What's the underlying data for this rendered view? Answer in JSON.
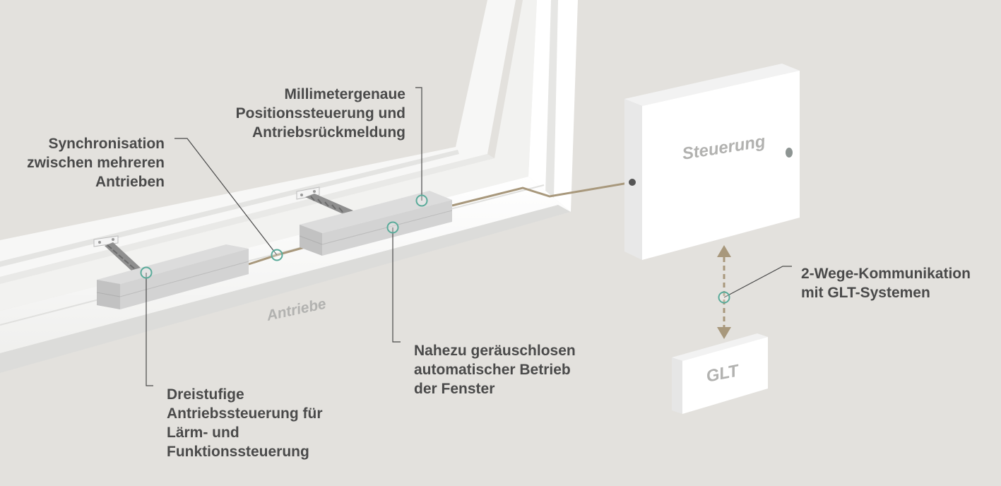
{
  "background_color": "#e3e1dd",
  "accent_color": "#5aab9a",
  "cable_color": "#a8987c",
  "components": {
    "control_unit": "Steuerung",
    "building_management": "GLT",
    "drives": "Antriebe"
  },
  "callouts": {
    "synchronisation": [
      "Synchronisation",
      "zwischen mehreren",
      "Antrieben"
    ],
    "positioning": [
      "Millimetergenaue",
      "Positionssteuerung und",
      "Antriebsrückmeldung"
    ],
    "three_stage": [
      "Dreistufige",
      "Antriebssteuerung für",
      "Lärm- und",
      "Funktionssteuerung"
    ],
    "quiet_operation": [
      "Nahezu geräuschlosen",
      "automatischer Betrieb",
      "der Fenster"
    ],
    "two_way": [
      "2-Wege-Kommunikation",
      "mit GLT-Systemen"
    ]
  },
  "icons": {
    "arrow": "double-arrow-icon",
    "marker": "callout-marker-icon"
  }
}
